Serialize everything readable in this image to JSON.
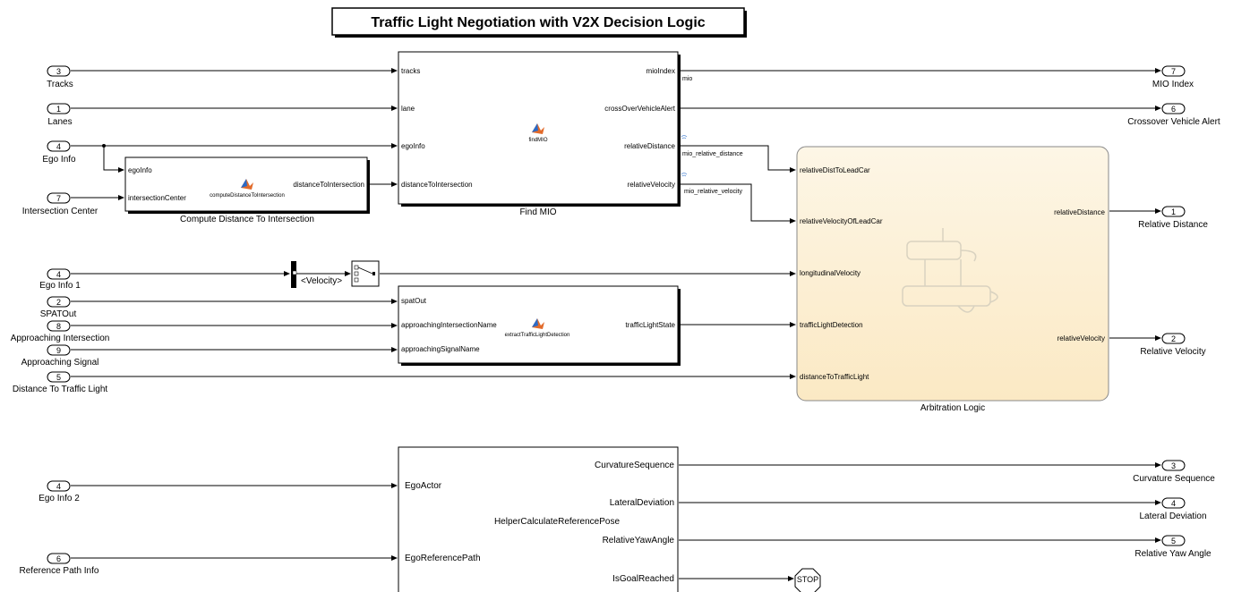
{
  "title": "Traffic Light Negotiation with V2X Decision Logic",
  "inports": [
    {
      "num": "3",
      "label": "Tracks"
    },
    {
      "num": "1",
      "label": "Lanes"
    },
    {
      "num": "4",
      "label": "Ego Info"
    },
    {
      "num": "7",
      "label": "Intersection Center"
    },
    {
      "num": "4",
      "label": "Ego Info 1"
    },
    {
      "num": "2",
      "label": "SPATOut"
    },
    {
      "num": "8",
      "label": "Approaching Intersection"
    },
    {
      "num": "9",
      "label": "Approaching Signal"
    },
    {
      "num": "5",
      "label": "Distance To Traffic Light"
    },
    {
      "num": "4",
      "label": "Ego Info 2"
    },
    {
      "num": "6",
      "label": "Reference Path Info"
    }
  ],
  "outports": [
    {
      "num": "7",
      "label": "MIO Index"
    },
    {
      "num": "6",
      "label": "Crossover Vehicle Alert"
    },
    {
      "num": "1",
      "label": "Relative Distance"
    },
    {
      "num": "2",
      "label": "Relative Velocity"
    },
    {
      "num": "3",
      "label": "Curvature Sequence"
    },
    {
      "num": "4",
      "label": "Lateral Deviation"
    },
    {
      "num": "5",
      "label": "Relative Yaw Angle"
    }
  ],
  "blocks": {
    "find_mio": {
      "name": "Find MIO",
      "func": "findMIO",
      "inputs": [
        "tracks",
        "lane",
        "egoInfo",
        "distanceToIntersection"
      ],
      "outputs": [
        "mioIndex",
        "crossOverVehicleAlert",
        "relativeDistance",
        "relativeVelocity"
      ]
    },
    "compute_distance": {
      "name": "Compute Distance To Intersection",
      "func": "computeDistanceToIntersection",
      "inputs": [
        "egoInfo",
        "intersectionCenter"
      ],
      "outputs": [
        "distanceToIntersection"
      ]
    },
    "extract_tl": {
      "func": "extractTrafficLightDetection",
      "inputs": [
        "spatOut",
        "approachingIntersectionName",
        "approachingSignalName"
      ],
      "outputs": [
        "trafficLightState"
      ]
    },
    "arbitration": {
      "name": "Arbitration Logic",
      "inputs": [
        "relativeDistToLeadCar",
        "relativeVelocityOfLeadCar",
        "longitudinalVelocity",
        "trafficLightDetection",
        "distanceToTrafficLight"
      ],
      "outputs": [
        "relativeDistance",
        "relativeVelocity"
      ]
    },
    "helper_pose": {
      "name": "HelperCalculateReferencePose",
      "inputs": [
        "EgoActor",
        "EgoReferencePath"
      ],
      "outputs": [
        "CurvatureSequence",
        "LateralDeviation",
        "RelativeYawAngle",
        "IsGoalReached"
      ]
    }
  },
  "signals": {
    "mio": "mio",
    "mio_relative_distance": "mio_relative_distance",
    "mio_relative_velocity": "mio_relative_velocity",
    "velocity": "<Velocity>"
  },
  "stop_label": "STOP"
}
